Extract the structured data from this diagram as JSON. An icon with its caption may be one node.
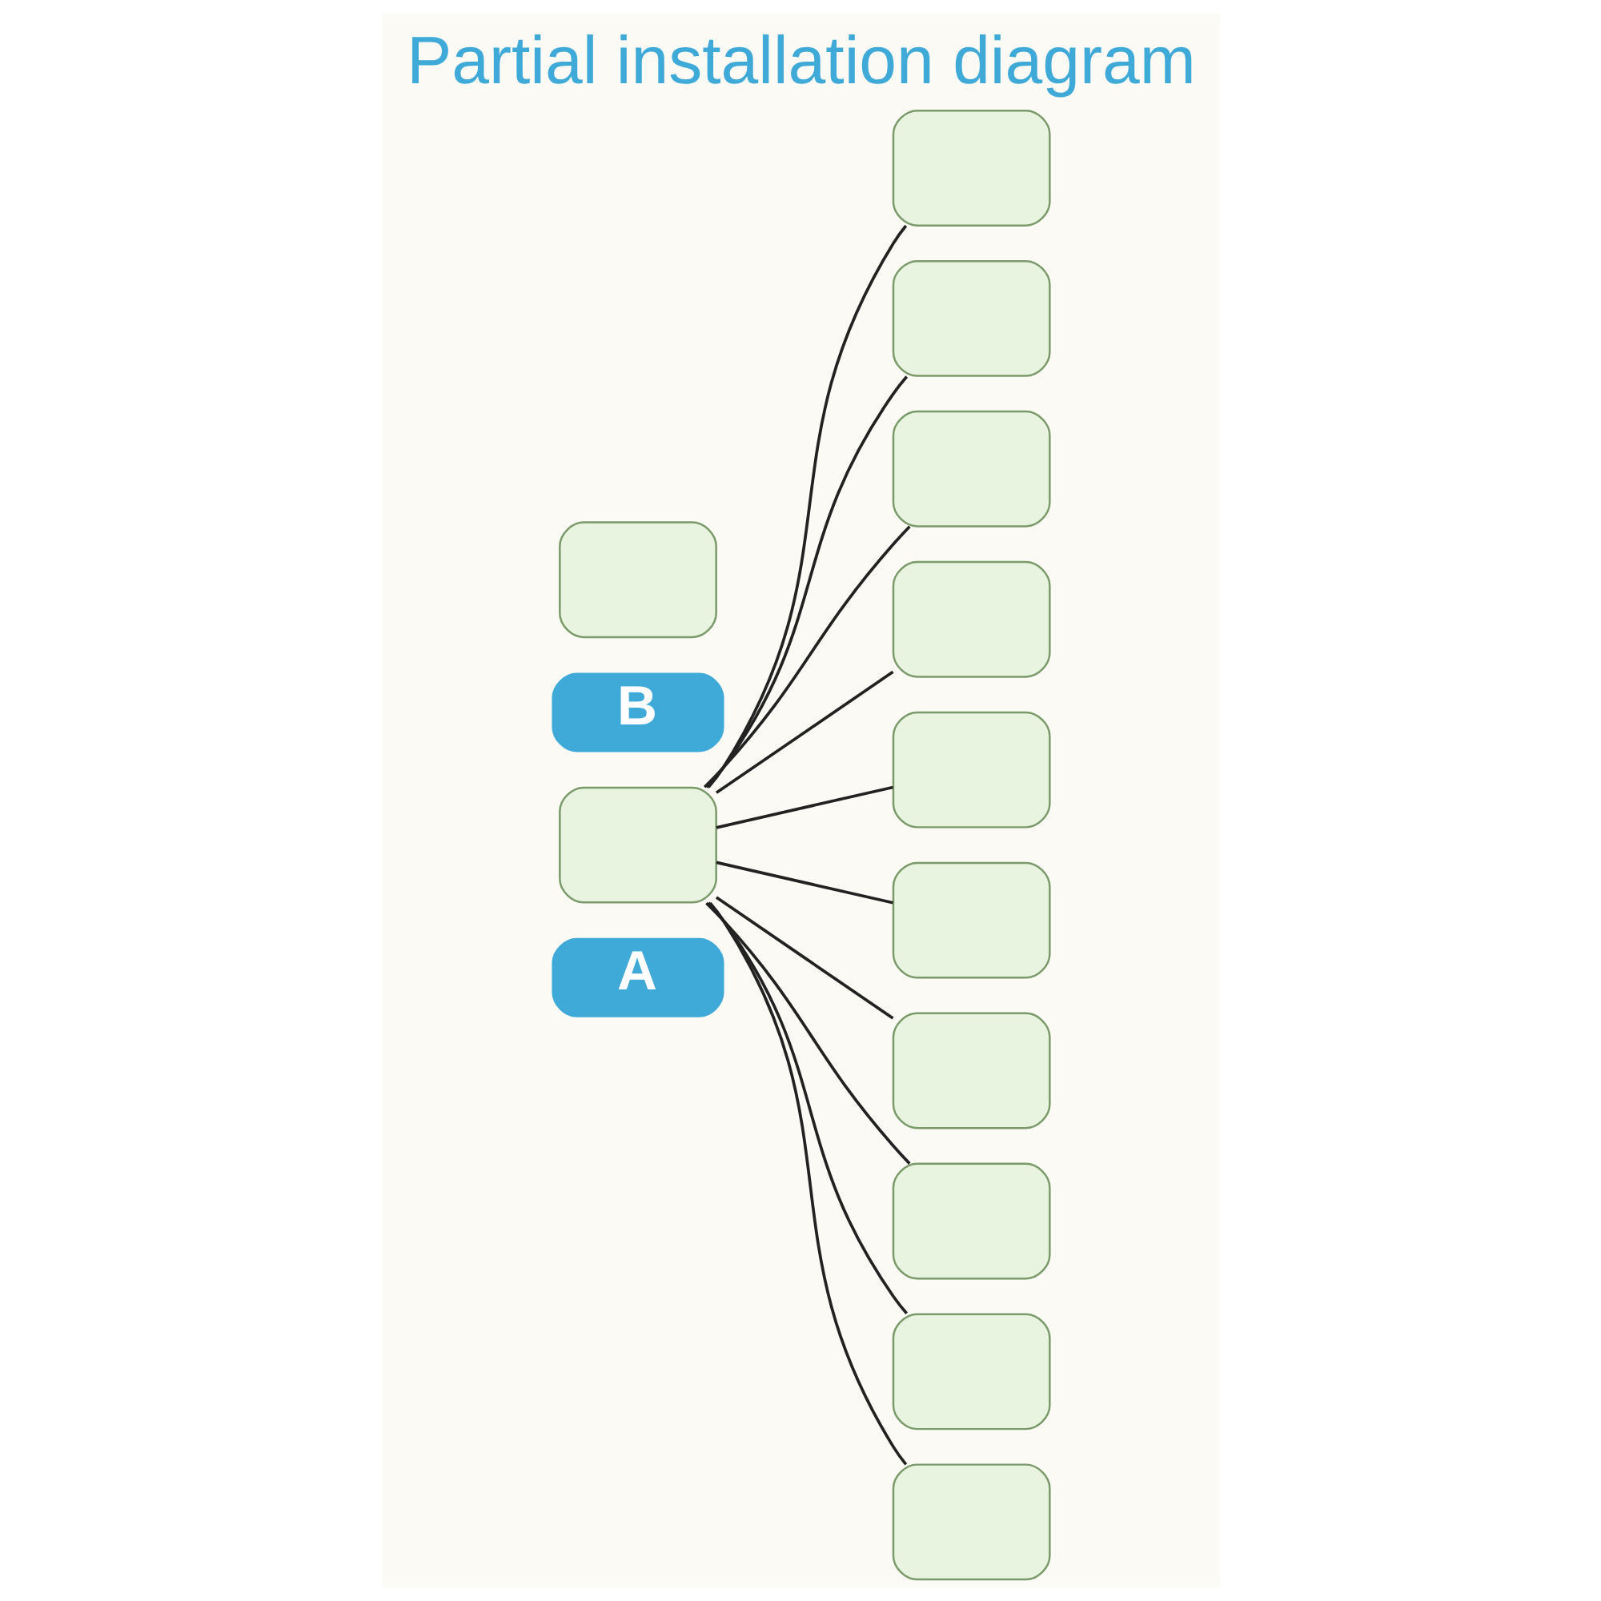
{
  "diagram": {
    "title": "Partial installation diagram",
    "nodes": [
      {
        "text": [
          "A"
        ]
      },
      {
        "text": [],
        "shape": "box"
      },
      {
        "text": [],
        "shape": "box"
      },
      {
        "text": [],
        "shape": "box"
      },
      {
        "text": [],
        "shape": "box"
      },
      {
        "text": [],
        "shape": "box"
      },
      {
        "text": [],
        "shape": "box"
      },
      {
        "text": [],
        "shape": "box"
      },
      {
        "text": [],
        "shape": "box"
      },
      {
        "text": [
          "B"
        ]
      },
      {
        "text": [],
        "shape": "box"
      },
      {
        "text": [],
        "shape": "box"
      },
      {
        "text": [],
        "shape": "box"
      },
      {
        "text": [],
        "shape": "box"
      }
    ],
    "edges": [
      {
        "from": 1,
        "to": 2,
        "arrow": "none"
      },
      {
        "from": 1,
        "to": 3,
        "arrow": "none"
      },
      {
        "from": 1,
        "to": 4,
        "arrow": "none"
      },
      {
        "from": 1,
        "to": 5,
        "arrow": "none"
      },
      {
        "from": 1,
        "to": 6,
        "arrow": "none"
      },
      {
        "from": 1,
        "to": 7,
        "arrow": "none"
      },
      {
        "from": 1,
        "to": 8,
        "arrow": "none"
      },
      {
        "from": 1,
        "to": 11,
        "arrow": "none"
      },
      {
        "from": 1,
        "to": 12,
        "arrow": "none"
      },
      {
        "from": 1,
        "to": 13,
        "arrow": "none"
      }
    ]
  }
}
